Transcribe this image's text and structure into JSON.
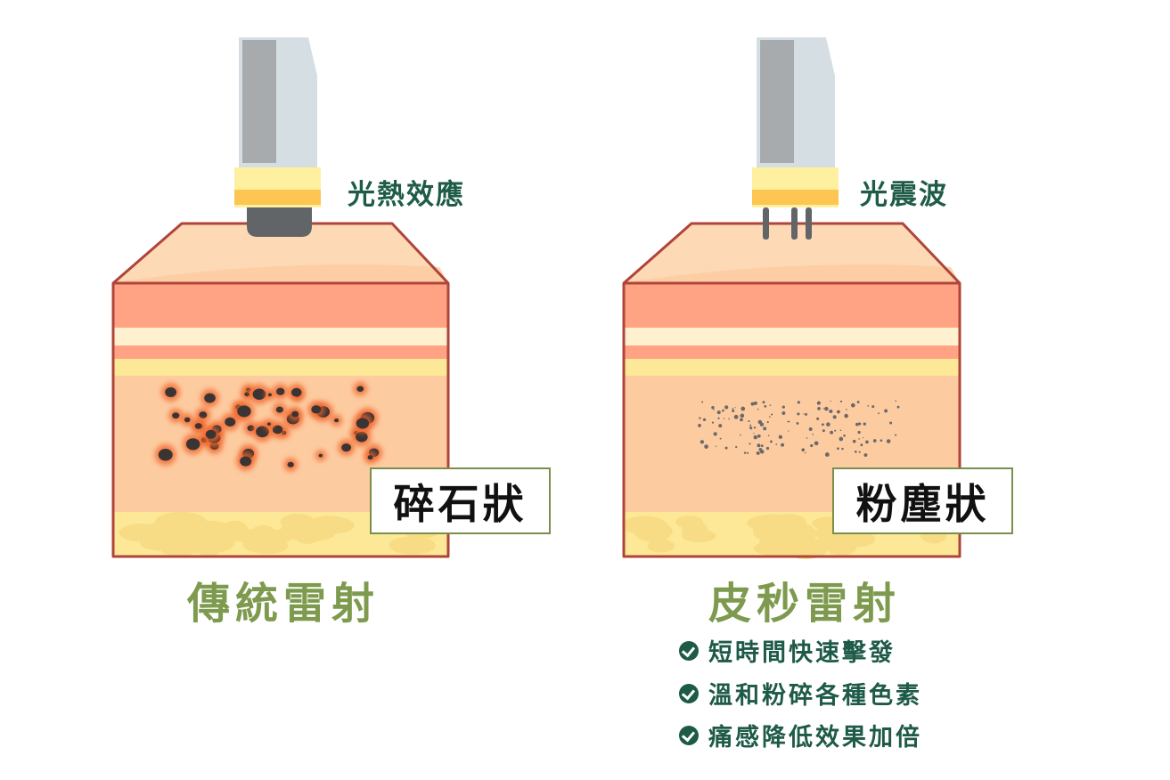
{
  "left": {
    "device_label": "光熱效應",
    "result_label": "碎石狀",
    "title": "傳統雷射"
  },
  "right": {
    "device_label": "光震波",
    "result_label": "粉塵狀",
    "title": "皮秒雷射",
    "benefits": [
      "短時間快速擊發",
      "溫和粉碎各種色素",
      "痛感降低效果加倍"
    ]
  },
  "colors": {
    "border": "#B0443A",
    "skin_top": "#FDD9B5",
    "epidermis": "#FFA384",
    "cream": "#FFF1D0",
    "yellow": "#FCE897",
    "dermis": "#FDCBA0",
    "fat": "#F7DC85",
    "title_green": "#7E9A4E",
    "text_green": "#1F5C48"
  }
}
